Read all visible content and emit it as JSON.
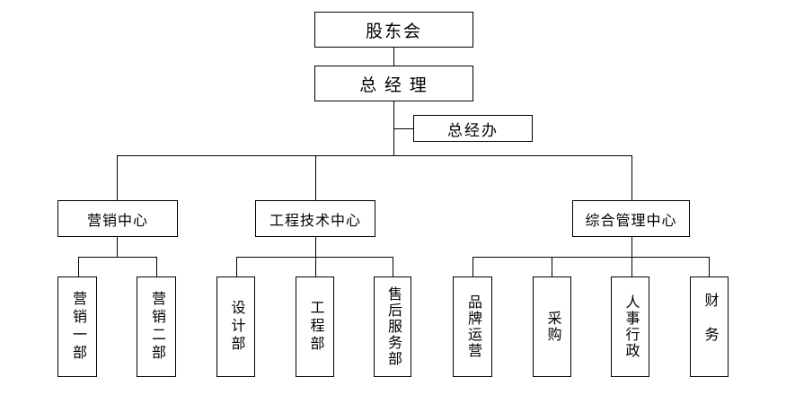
{
  "diagram": {
    "type": "org-chart",
    "colors": {
      "background": "#ffffff",
      "box_border": "#000000",
      "line": "#000000",
      "text": "#000000"
    },
    "nodes": {
      "shareholders": "股东会",
      "general_manager": "总 经 理",
      "gm_office": "总经办",
      "marketing_center": "营销中心",
      "engineering_center": "工程技术中心",
      "admin_center": "综合管理中心",
      "marketing_dept_1": "营销一部",
      "marketing_dept_2": "营销二部",
      "design_dept": "设计部",
      "engineering_dept": "工程部",
      "aftersales_dept": "售后服务部",
      "brand_operations": "品牌运营",
      "procurement": "采购",
      "hr_admin": "人事行政",
      "finance": "财务"
    },
    "structure": [
      {
        "parent": "股东会",
        "children": [
          "总 经 理"
        ]
      },
      {
        "parent": "总 经 理",
        "children": [
          "总经办",
          "营销中心",
          "工程技术中心",
          "综合管理中心"
        ]
      },
      {
        "parent": "营销中心",
        "children": [
          "营销一部",
          "营销二部"
        ]
      },
      {
        "parent": "工程技术中心",
        "children": [
          "设计部",
          "工程部",
          "售后服务部"
        ]
      },
      {
        "parent": "综合管理中心",
        "children": [
          "品牌运营",
          "采购",
          "人事行政",
          "财务"
        ]
      }
    ]
  }
}
